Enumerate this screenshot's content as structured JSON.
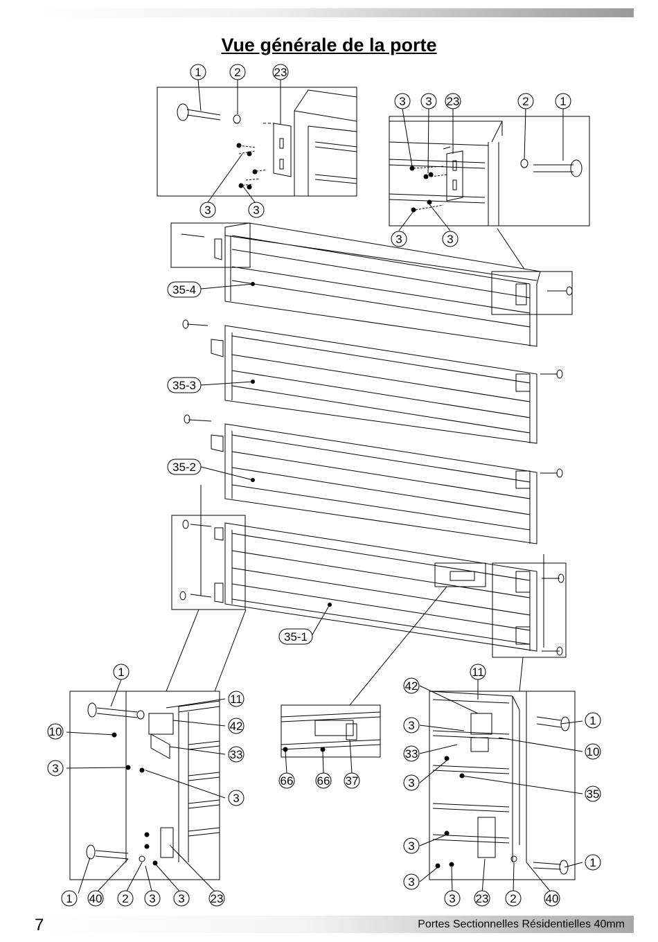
{
  "page": {
    "title": "Vue générale de la porte",
    "page_number": "7",
    "footer": "Portes Sectionnelles Résidentielles 40mm"
  },
  "panels": [
    {
      "id": "panel-35-4",
      "label": "35-4"
    },
    {
      "id": "panel-35-3",
      "label": "35-3"
    },
    {
      "id": "panel-35-2",
      "label": "35-2"
    },
    {
      "id": "panel-35-1",
      "label": "35-1"
    }
  ],
  "callouts": {
    "top_left": [
      "1",
      "2",
      "23",
      "3",
      "3"
    ],
    "top_right": [
      "3",
      "3",
      "23",
      "2",
      "1",
      "3",
      "3"
    ],
    "bottom_left": [
      "1",
      "11",
      "42",
      "10",
      "33",
      "3",
      "3",
      "1",
      "40",
      "2",
      "3",
      "3",
      "23"
    ],
    "bottom_middle": [
      "66",
      "66",
      "37"
    ],
    "bottom_right": [
      "11",
      "42",
      "1",
      "3",
      "33",
      "10",
      "3",
      "35",
      "3",
      "1",
      "3",
      "3",
      "23",
      "2",
      "40"
    ]
  },
  "colors": {
    "line": "#000000",
    "panel_fill": "#ffffff"
  }
}
